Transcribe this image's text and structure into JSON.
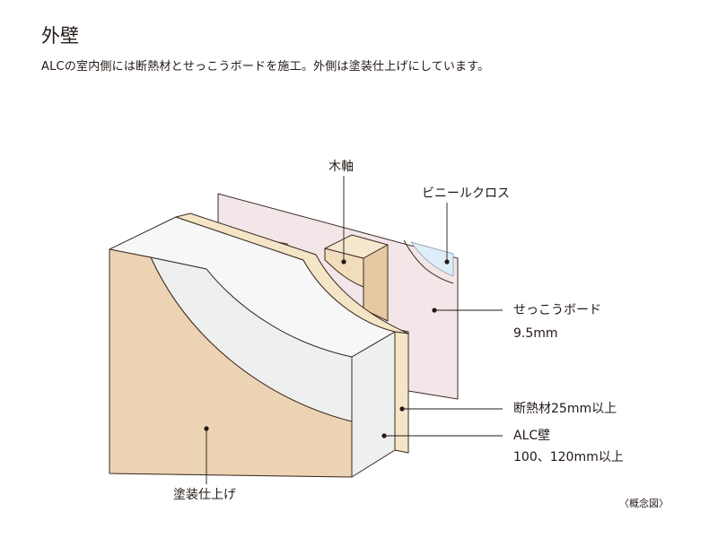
{
  "title": "外壁",
  "subtitle": "ALCの室内側には断熱材とせっこうボードを施工。外側は塗装仕上げにしています。",
  "labels": {
    "wood_stud": "木軸",
    "vinyl_cloth": "ビニールクロス",
    "gypsum_board": "せっこうボード",
    "gypsum_board_thickness": "9.5mm",
    "insulation": "断熱材25mm以上",
    "alc_wall": "ALC壁",
    "alc_thickness": "100、120mm以上",
    "paint_finish": "塗装仕上げ"
  },
  "note": "〈概念図〉",
  "colors": {
    "paint": "#ecd3b3",
    "paint_edge": "#d7b48e",
    "alc": "#eef0ef",
    "insulation": "#f4e5c7",
    "gypsum": "#f3e6e8",
    "stud": "#f1dcbc",
    "cloth": "#ddeef8",
    "line": "#3a2a22"
  }
}
